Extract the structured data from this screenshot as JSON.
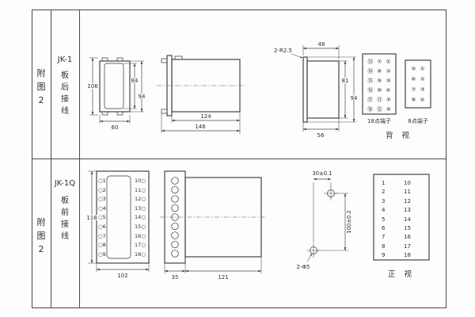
{
  "table": {
    "row1": {
      "fig": "附\n图\n2",
      "model": "JK-1",
      "wiring": "板\n后\n接\n线",
      "front": {
        "dim_total_h": "106",
        "dim_cover_h": "84",
        "dim_body_h": "94",
        "dim_w": "60"
      },
      "side": {
        "dim_body_len": "124",
        "dim_total_len": "146"
      },
      "rear": {
        "note": "2-R2.5",
        "dim_top_w": "48",
        "dim_inner_h": "81",
        "dim_outer_h": "94",
        "dim_bottom_w": "56"
      },
      "term18": {
        "label": "18点端子",
        "rows": [
          "⑬ ⑦ ①",
          "⑭ ⑧ ②",
          "⑮ ⑨ ③",
          "⑯ ⑩ ④",
          "⑰ ⑪ ⑤",
          "⑱ ⑫ ⑥"
        ]
      },
      "term8": {
        "label": "8点端子",
        "rows": [
          "⑤ ①",
          "⑥ ②",
          "⑦ ③",
          "⑧ ④"
        ]
      },
      "view": "背  视"
    },
    "row2": {
      "fig": "附\n图\n2",
      "model": "JK-1Q",
      "wiring": "板\n前\n接\n线",
      "front": {
        "dim_h": "118",
        "dim_w": "102",
        "left_terminals": "○1\n○2\n○3\n○4\n○5\n○6\n○7\n○8\n○9",
        "right_terminals": "10○\n11○\n12○\n13○\n14○\n15○\n16○\n17○\n18○"
      },
      "side": {
        "dim_block": "35",
        "dim_body_len": "121"
      },
      "drill": {
        "dim_offset": "30±0.1",
        "dim_pitch": "100±0.2",
        "note": "2-Φ5"
      },
      "term_table": {
        "left": "1\n2\n3\n4\n5\n6\n7\n8\n9",
        "right": "10\n11\n12\n13\n14\n15\n16\n17\n18"
      },
      "view": "正  视"
    }
  }
}
